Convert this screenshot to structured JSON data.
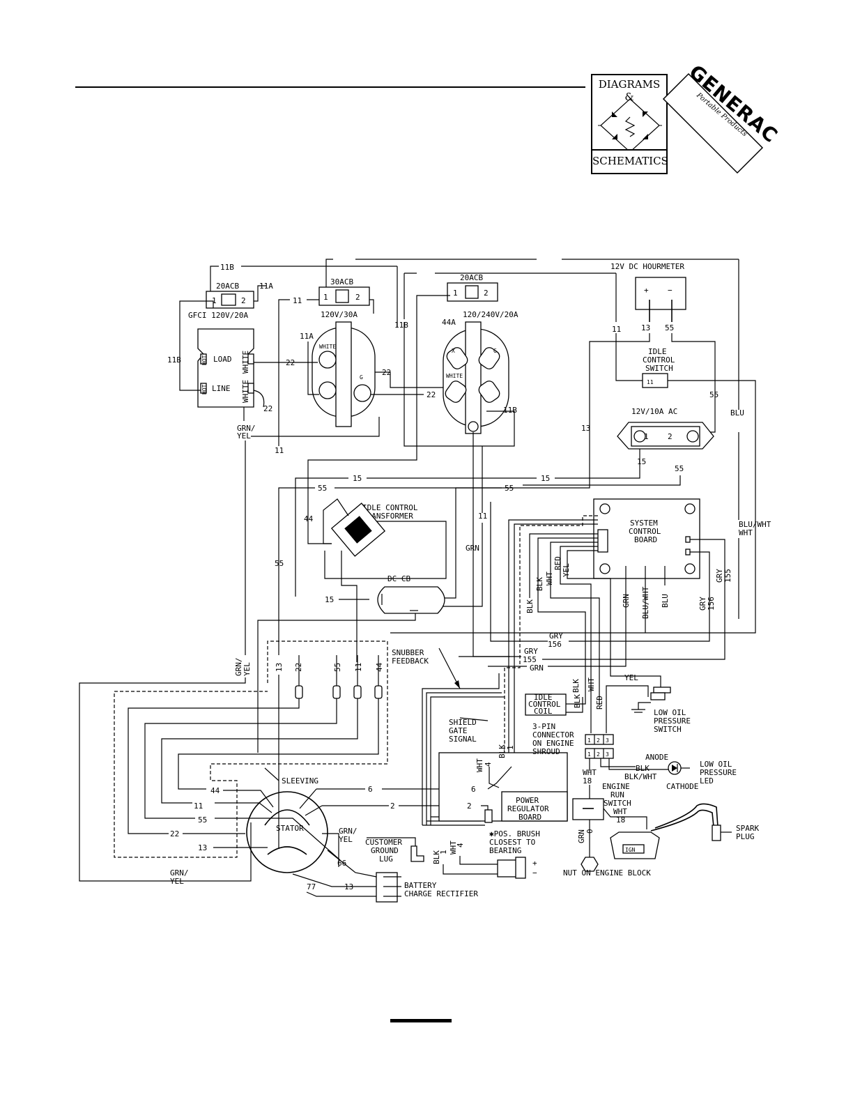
{
  "header": {
    "logo_top": "DIAGRAMS &",
    "logo_bottom": "SCHEMATICS",
    "brand_name": "GENERAC",
    "brand_sub": "Portable Products"
  },
  "components": {
    "cb_20a_left": "20ACB",
    "gfci": "GFCI 120V/20A",
    "gfci_load": "LOAD",
    "gfci_line": "LINE",
    "hot": "HOT",
    "white": "WHITE",
    "cb_30a": "30ACB",
    "recept_120v30a": "120V/30A",
    "cb_20a_right": "20ACB",
    "recept_120_240": "120/240V/20A",
    "hourmeter": "12V DC HOURMETER",
    "idle_switch_1": "IDLE",
    "idle_switch_2": "CONTROL",
    "idle_switch_3": "SWITCH",
    "recept_12v": "12V/10A AC",
    "idle_xfmr_1": "IDLE CONTROL",
    "idle_xfmr_2": "TRANSFORMER",
    "scb_1": "SYSTEM",
    "scb_2": "CONTROL",
    "scb_3": "BOARD",
    "dc_cb": "DC CB",
    "snubber_1": "SNUBBER",
    "snubber_2": "FEEDBACK",
    "idle_coil_1": "IDLE",
    "idle_coil_2": "CONTROL",
    "idle_coil_3": "COIL",
    "low_oil_sw_1": "LOW OIL",
    "low_oil_sw_2": "PRESSURE",
    "low_oil_sw_3": "SWITCH",
    "shield_1": "SHIELD",
    "shield_2": "GATE",
    "shield_3": "SIGNAL",
    "conn_1": "3-PIN",
    "conn_2": "CONNECTOR",
    "conn_3": "ON ENGINE",
    "conn_4": "SHROUD",
    "anode": "ANODE",
    "cathode": "CATHODE",
    "led_1": "LOW OIL",
    "led_2": "PRESSURE",
    "led_3": "LED",
    "prb_1": "POWER",
    "prb_2": "REGULATOR",
    "prb_3": "BOARD",
    "sleeving": "SLEEVING",
    "stator": "STATOR",
    "ground_lug_1": "CUSTOMER",
    "ground_lug_2": "GROUND",
    "ground_lug_3": "LUG",
    "brush_1": "✱POS. BRUSH",
    "brush_2": "CLOSEST TO",
    "brush_3": "BEARING",
    "ers_1": "ENGINE",
    "ers_2": "RUN",
    "ers_3": "SWITCH",
    "spark_1": "SPARK",
    "spark_2": "PLUG",
    "nut": "NUT ON ENGINE BLOCK",
    "bcr_1": "BATTERY",
    "bcr_2": "CHARGE RECTIFIER",
    "ign": "IGN"
  },
  "wires": {
    "w11b": "11B",
    "w11a": "11A",
    "w11": "11",
    "w22": "22",
    "w44": "44",
    "w44a": "44A",
    "w55": "55",
    "w13": "13",
    "w15": "15",
    "w6": "6",
    "w2": "2",
    "w66": "66",
    "w77": "77",
    "w155": "155",
    "w156": "156",
    "w18": "18",
    "w4": "4",
    "w1": "1",
    "w0": "0",
    "blu": "BLU",
    "blu_wht": "BLU/WHT",
    "grn": "GRN",
    "gry": "GRY",
    "grn_yel": "GRN/",
    "yel_part": "YEL",
    "yel": "YEL",
    "blk": "BLK",
    "wht": "WHT",
    "red": "RED",
    "blk_wht": "BLK/WHT",
    "plus": "+",
    "minus": "−",
    "x": "X",
    "g": "G",
    "pin1": "1",
    "pin2": "2",
    "pin3": "3"
  }
}
